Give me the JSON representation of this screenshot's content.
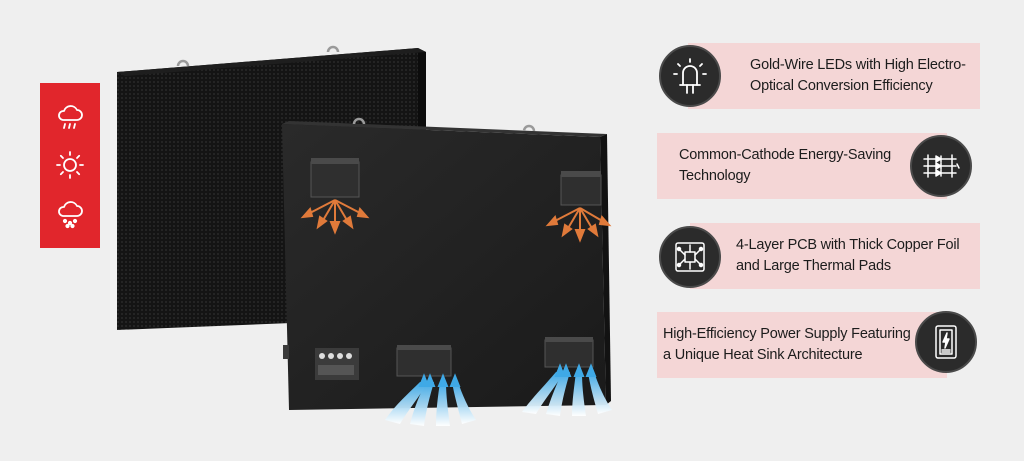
{
  "weather_icons": [
    {
      "icon": "rain-cloud-icon"
    },
    {
      "icon": "sun-icon"
    },
    {
      "icon": "snow-cloud-icon"
    }
  ],
  "features": [
    {
      "text": "Gold-Wire LEDs with High Electro-Optical Conversion Efficiency",
      "icon": "led-light-icon"
    },
    {
      "text": "Common-Cathode Energy-Saving Technology",
      "icon": "circuit-diode-icon"
    },
    {
      "text": "4-Layer PCB with Thick Copper Foil and Large Thermal Pads",
      "icon": "pcb-chip-icon"
    },
    {
      "text": "High-Efficiency Power Supply Featuring a Unique Heat Sink Architecture",
      "icon": "power-supply-battery-icon"
    }
  ],
  "colors": {
    "weather_strip": "#e1262c",
    "card_background": "#f4d6d6",
    "badge_background": "#2b2b2b",
    "warm_airflow": "#e07a3a",
    "cool_airflow": "#3fa9e6"
  }
}
